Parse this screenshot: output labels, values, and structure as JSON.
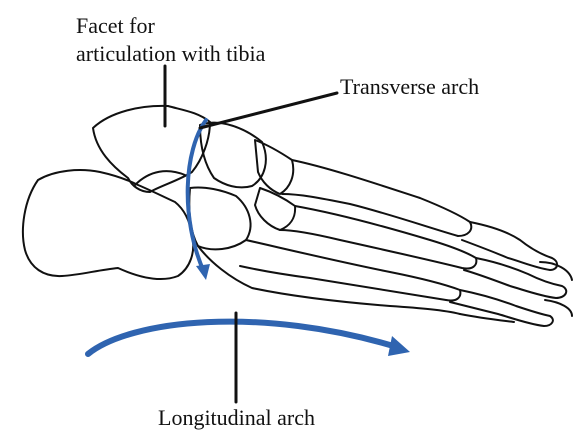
{
  "labels": {
    "facet_line1": "Facet for",
    "facet_line2": "articulation with tibia",
    "transverse": "Transverse arch",
    "longitudinal": "Longitudinal arch"
  },
  "colors": {
    "arch": "#2f64b0",
    "outline": "#111111",
    "background": "#ffffff"
  },
  "icons": {
    "foot": "foot-skeleton-lateral-view"
  }
}
